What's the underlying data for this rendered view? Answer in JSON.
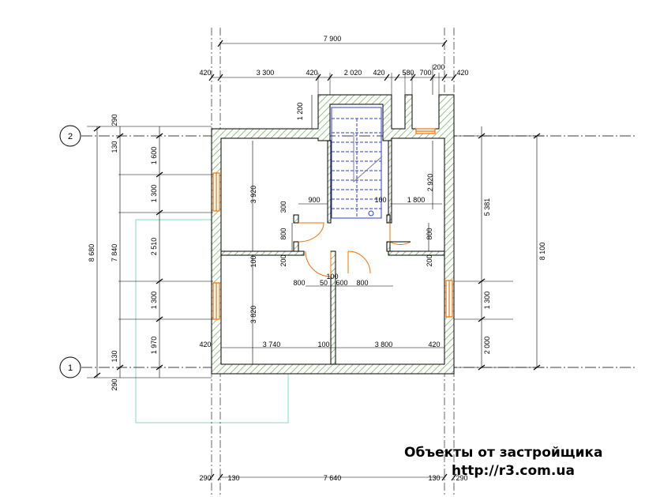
{
  "axes": {
    "axis_1": "1",
    "axis_2": "2"
  },
  "top_dims": {
    "overall": "7 900",
    "seg": [
      "420",
      "3 300",
      "420",
      "2 020",
      "420",
      "580",
      "700",
      "420"
    ],
    "small": "200"
  },
  "bottom_dims": [
    "290",
    "130",
    "7 640",
    "130",
    "290"
  ],
  "left_dims": {
    "outer": "8 680",
    "inner": "7 840",
    "top_290": "290",
    "top_130": "130",
    "segs": [
      "1 600",
      "1 300",
      "2 510",
      "1 300",
      "1 970"
    ],
    "bot_130": "130",
    "bot_290": "290"
  },
  "right_dims": {
    "overall": "8 100",
    "upper": "5 381",
    "mid": "1 300",
    "low": "2 000"
  },
  "inner_dims": {
    "stair_ext": "1 200",
    "room_tl_height": "3 920",
    "room_bl_height": "3 820",
    "d900": "900",
    "d100a": "100",
    "d1800": "1 800",
    "d2920": "2 920",
    "d300": "300",
    "d800_left": "800",
    "d800_right": "800",
    "d200_left": "200",
    "d200_right": "200",
    "d100_v": "100",
    "d100_c": "100",
    "d800_b1": "800",
    "d50": "50",
    "d600": "600",
    "d800_b2": "800",
    "b420_left": "420",
    "b3740": "3 740",
    "b100": "100",
    "b3800": "3 800",
    "b420_right": "420"
  },
  "watermark": {
    "line1": "Объекты от застройщика",
    "line2": "http://r3.com.ua"
  },
  "colors": {
    "wall_hatch": "#6aa84f",
    "window": "#f07000",
    "stair": "#2a3fc8",
    "overlay": "#7fd8c8",
    "axis_line": "#000000"
  }
}
